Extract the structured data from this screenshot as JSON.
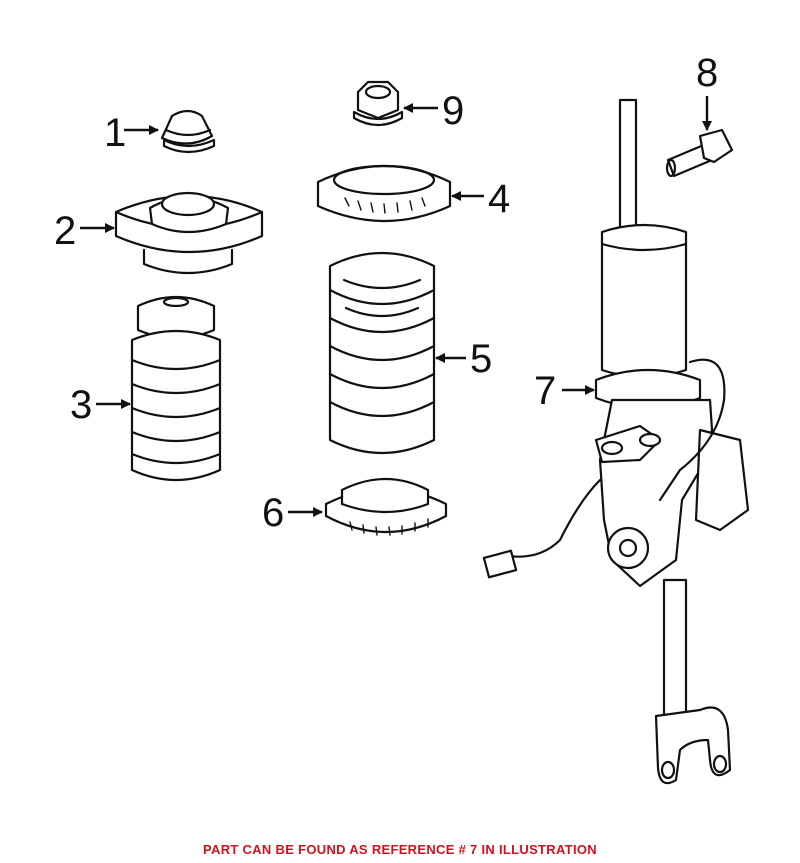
{
  "diagram": {
    "labels": [
      "1",
      "2",
      "3",
      "4",
      "5",
      "6",
      "7",
      "8",
      "9"
    ]
  },
  "caption": {
    "text": "PART CAN BE FOUND AS REFERENCE # 7 IN ILLUSTRATION",
    "color": "#d0121b"
  },
  "colors": {
    "line": "#111111",
    "background": "#ffffff"
  }
}
